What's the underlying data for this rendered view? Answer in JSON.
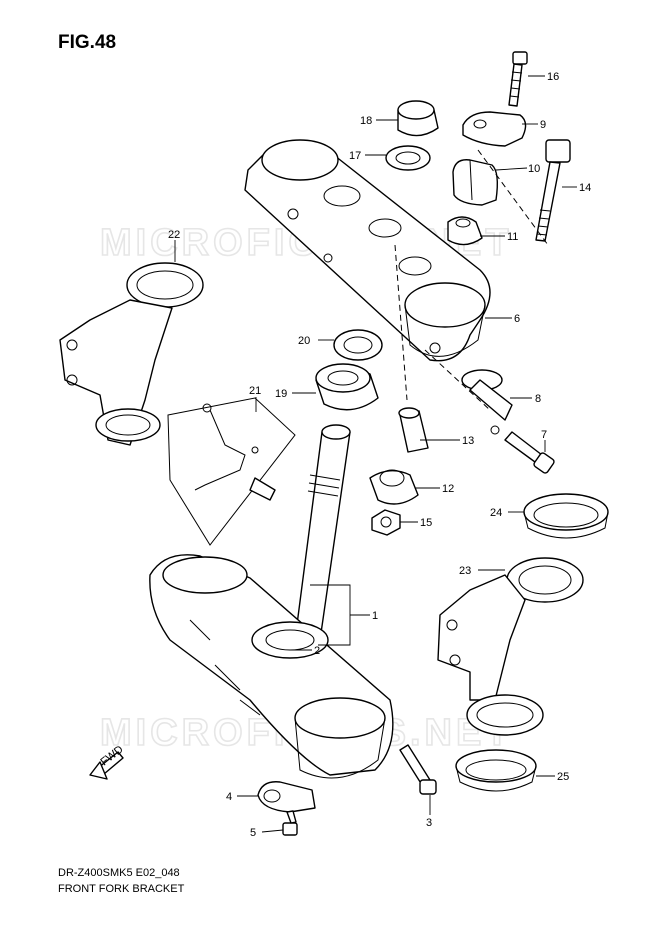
{
  "figure": {
    "title": "FIG.48"
  },
  "footer": {
    "model_code": "DR-Z400SMK5 E02_048",
    "name": "FRONT FORK BRACKET"
  },
  "watermark": {
    "text": "MICROFICHES.NET"
  },
  "fwd_mark": {
    "label": "FWD"
  },
  "callouts": {
    "c1": "1",
    "c2": "2",
    "c3": "3",
    "c4": "4",
    "c5": "5",
    "c6": "6",
    "c7": "7",
    "c8": "8",
    "c9": "9",
    "c10": "10",
    "c11": "11",
    "c12": "12",
    "c13": "13",
    "c14": "14",
    "c15": "15",
    "c16": "16",
    "c17": "17",
    "c18": "18",
    "c19": "19",
    "c20": "20",
    "c21": "21",
    "c22": "22",
    "c23": "23",
    "c24": "24",
    "c25": "25"
  }
}
